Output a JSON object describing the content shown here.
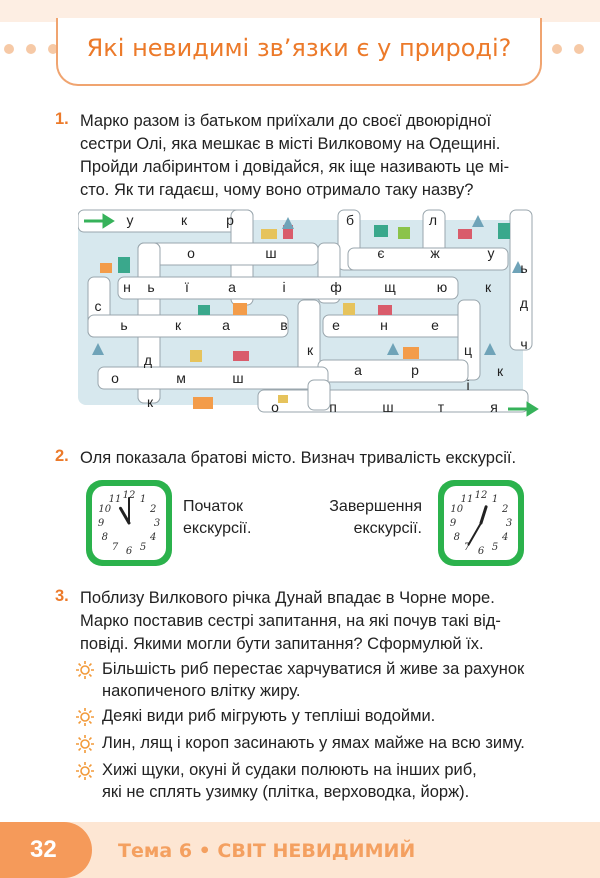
{
  "header": {
    "title": "Які невидимі зв’язки є у природі?"
  },
  "task1": {
    "number": "1.",
    "lines": [
      "Марко разом із батьком приїхали до своєї двоюрідної",
      "сестри Олі, яка мешкає в місті Вилковому на Одещині.",
      "Пройди лабіринтом і довідайся, як іще називають це мі-",
      "сто. Як ти гадаєш, чому воно отримало таку назву?"
    ]
  },
  "maze": {
    "letters": [
      "у",
      "к",
      "р",
      "б",
      "л",
      "о",
      "ш",
      "є",
      "ж",
      "у",
      "ь",
      "н",
      "ь",
      "ї",
      "а",
      "і",
      "ф",
      "щ",
      "ю",
      "к",
      "с",
      "д",
      "ь",
      "к",
      "а",
      "в",
      "е",
      "н",
      "е",
      "ц",
      "ч",
      "к",
      "д",
      "а",
      "р",
      "і",
      "о",
      "м",
      "ш",
      "к",
      "к",
      "о",
      "п",
      "ш",
      "т",
      "я"
    ],
    "colors": {
      "water": "#d7e8ee",
      "path": "#ffffff",
      "arrow": "#36b25a"
    }
  },
  "task2": {
    "number": "2.",
    "text": "Оля показала братові місто. Визнач тривалість екскурсії.",
    "start_label_1": "Початок",
    "start_label_2": "екскурсії.",
    "end_label_1": "Завершення",
    "end_label_2": "екскурсії.",
    "clock_numbers": [
      "12",
      "1",
      "2",
      "3",
      "4",
      "5",
      "6",
      "7",
      "8",
      "9",
      "10",
      "11"
    ],
    "start_time": "11:00",
    "end_time": "12:35",
    "clock_color": "#2bb24c"
  },
  "task3": {
    "number": "3.",
    "lines": [
      "Поблизу Вилкового річка Дунай впадає в Чорне море.",
      "Марко поставив сестрі запитання, на які почув такі від-",
      "повіді. Якими могли бути запитання? Сформулюй їх."
    ],
    "bullets": [
      [
        "Більшість риб перестає харчуватися й живе за рахунок",
        "накопиченого влітку жиру."
      ],
      [
        "Деякі види риб мігрують у тепліші водойми."
      ],
      [
        "Лин, лящ і короп засинають у ямах майже на всю зиму."
      ],
      [
        "Хижі щуки, окуні й судаки полюють на інших риб,",
        "які не сплять узимку (плітка, верховодка, йорж)."
      ]
    ]
  },
  "footer": {
    "page_number": "32",
    "topic": "Тема 6 • СВІТ НЕВИДИМИЙ"
  }
}
